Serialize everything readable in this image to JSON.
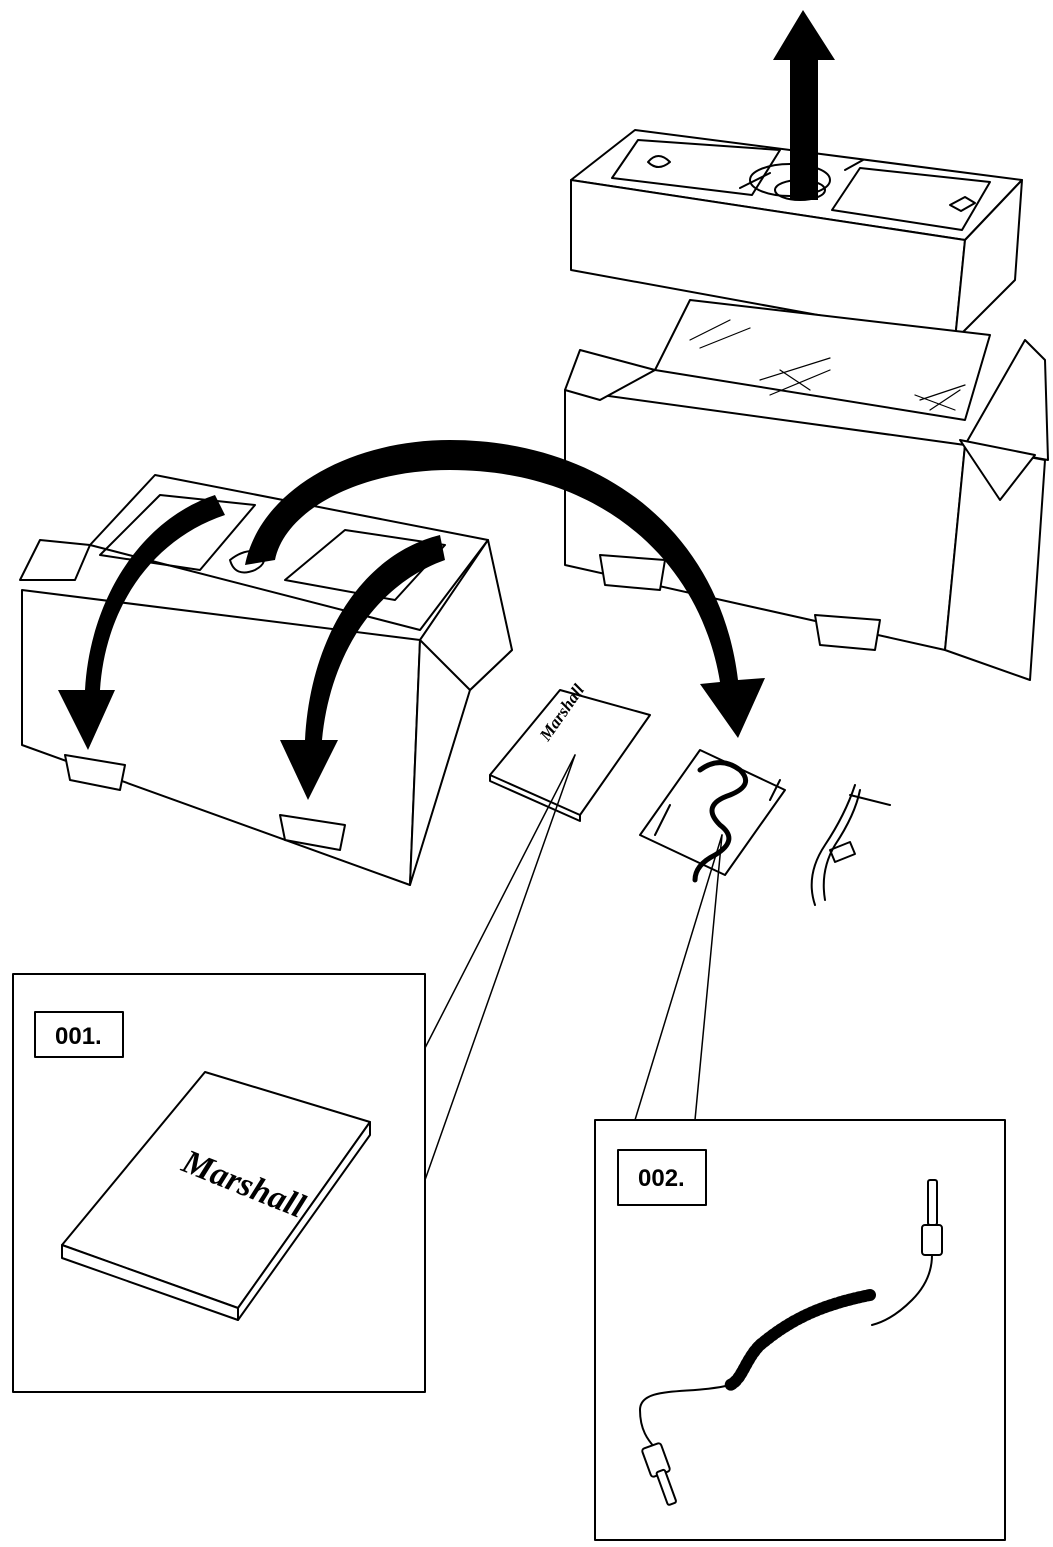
{
  "callouts": [
    {
      "id": "001",
      "label": "001."
    },
    {
      "id": "002",
      "label": "002."
    }
  ],
  "brand": {
    "logo_text": "Marshall"
  },
  "colors": {
    "line": "#000000",
    "background": "#ffffff",
    "arrow_fill": "#000000"
  },
  "icons": [
    "arrow-up-icon",
    "curved-arrow-icon",
    "manual-icon",
    "coiled-cable-icon",
    "usb-cable-icon"
  ]
}
